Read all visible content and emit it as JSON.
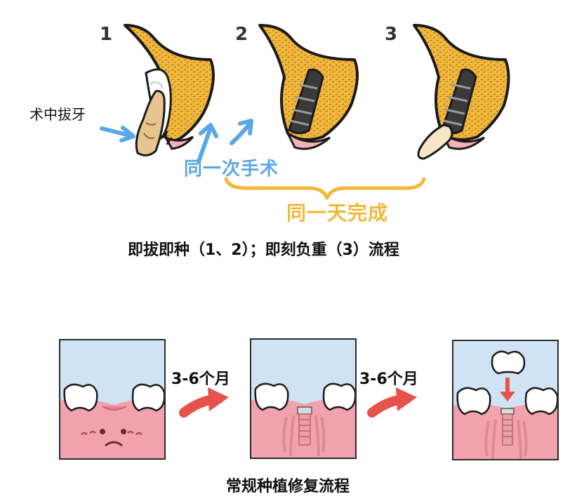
{
  "top": {
    "step_numbers": [
      "1",
      "2",
      "3"
    ],
    "extraction_label": "术中拔牙",
    "same_surgery_label": "同一次手术",
    "same_day_label": "同一天完成",
    "caption": "即拔即种（1、2）；即刻负重（3）流程"
  },
  "bottom": {
    "interval_1": "3-6个月",
    "interval_2": "3-6个月",
    "caption": "常规种植修复流程"
  },
  "colors": {
    "bone": "#f1b93c",
    "bone_dots": "#b8741c",
    "gum": "#f3b3b5",
    "implant": "#3a3a3a",
    "blue_arrow": "#5aa9e6",
    "orange_brace": "#f2b83a",
    "sky": "#cfe3f5",
    "gum_bottom": "#f2a2ad",
    "red_arrow": "#e5534b"
  }
}
